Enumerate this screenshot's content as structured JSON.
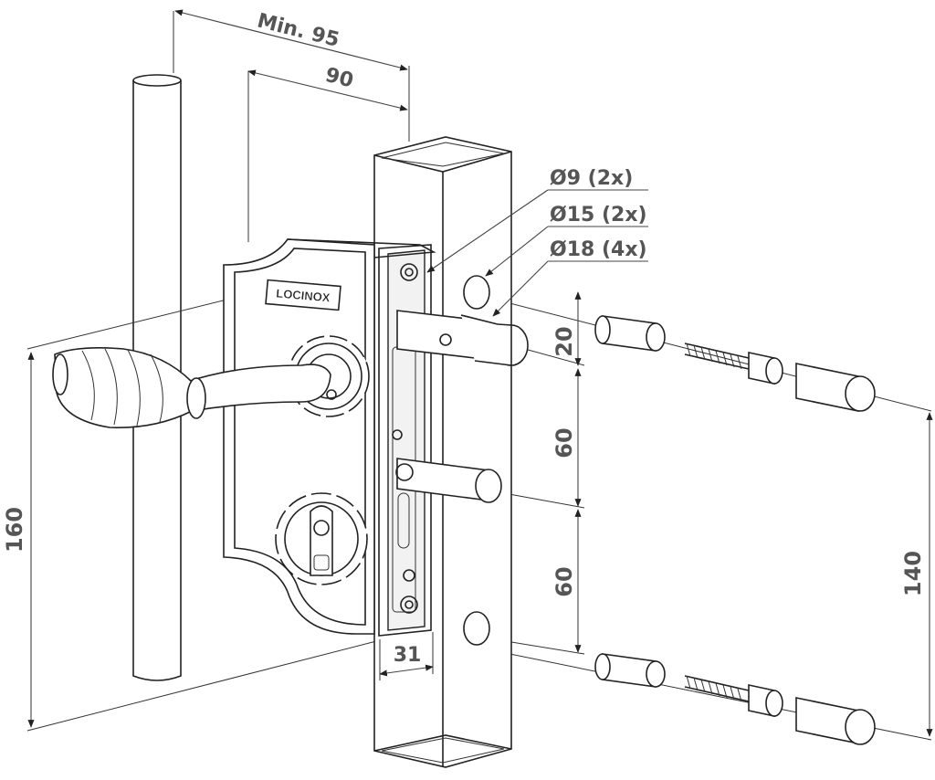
{
  "brand": "LOCINOX",
  "dimensions": {
    "min_95": "Min. 95",
    "d90": "90",
    "d20": "20",
    "d60_top": "60",
    "d60_bottom": "60",
    "d160": "160",
    "d140": "140",
    "d31": "31"
  },
  "callouts": {
    "hole9": "Ø9 (2x)",
    "hole15": "Ø15 (2x)",
    "hole18": "Ø18 (4x)"
  }
}
